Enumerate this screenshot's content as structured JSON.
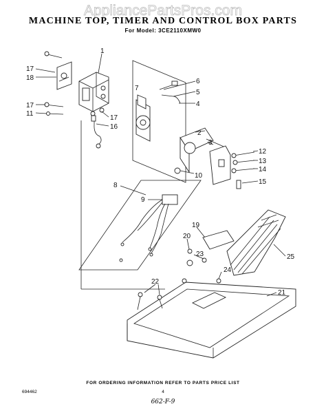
{
  "header": {
    "title": "MACHINE TOP, TIMER AND CONTROL BOX PARTS",
    "model_line": "For Model: 3CE2110XMW0",
    "watermark": "AppliancePartsPros.com"
  },
  "callouts": [
    "1",
    "2",
    "3",
    "4",
    "5",
    "6",
    "7",
    "8",
    "9",
    "10",
    "11",
    "12",
    "13",
    "14",
    "15",
    "16",
    "17",
    "17",
    "17",
    "18",
    "19",
    "20",
    "21",
    "22",
    "23",
    "24",
    "25"
  ],
  "footer": {
    "instruction": "FOR ORDERING INFORMATION REFER TO PARTS PRICE LIST",
    "doc_number": "694462",
    "page_number": "4",
    "handwritten_note": "662-F-9"
  }
}
